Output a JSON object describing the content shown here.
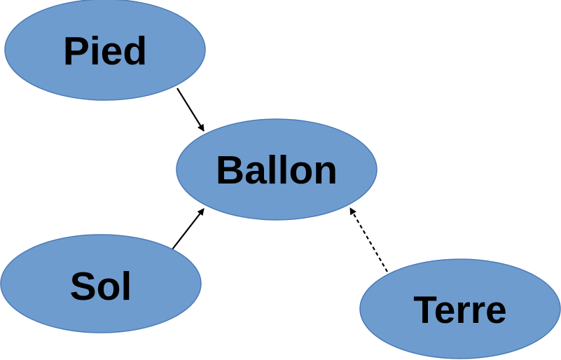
{
  "colors": {
    "node_fill": "#6f9ccf",
    "node_stroke": "#4a7bb7",
    "edge": "#000000",
    "background": "#ffffff"
  },
  "nodes": {
    "pied": {
      "label": "Pied"
    },
    "ballon": {
      "label": "Ballon"
    },
    "sol": {
      "label": "Sol"
    },
    "terre": {
      "label": "Terre"
    }
  },
  "edges": [
    {
      "from": "pied",
      "to": "ballon",
      "style": "solid"
    },
    {
      "from": "sol",
      "to": "ballon",
      "style": "solid"
    },
    {
      "from": "terre",
      "to": "ballon",
      "style": "dashed"
    }
  ]
}
